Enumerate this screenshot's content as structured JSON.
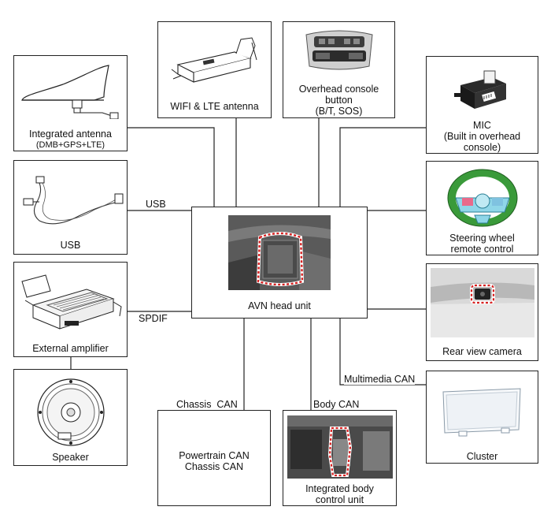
{
  "components": {
    "integrated_antenna": {
      "label": "Integrated antenna",
      "sublabel": "(DMB+GPS+LTE)"
    },
    "wifi_lte_antenna": {
      "label": "WIFI & LTE antenna"
    },
    "overhead_console": {
      "label_line1": "Overhead console",
      "label_line2": "button",
      "label_line3": "(B/T, SOS)"
    },
    "mic": {
      "label_line1": "MIC",
      "label_line2": "(Built in overhead",
      "label_line3": "console)"
    },
    "usb": {
      "label": "USB"
    },
    "steering_wheel": {
      "label_line1": "Steering wheel",
      "label_line2": "remote control"
    },
    "external_amplifier": {
      "label": "External amplifier"
    },
    "avn_head_unit": {
      "label": "AVN head unit"
    },
    "rear_view_camera": {
      "label": "Rear view camera"
    },
    "speaker": {
      "label": "Speaker"
    },
    "powertrain_chassis": {
      "line1": "Powertrain CAN",
      "line2": "Chassis CAN"
    },
    "integrated_body_control": {
      "label_line1": "Integrated body",
      "label_line2": "control unit"
    },
    "cluster": {
      "label": "Cluster"
    }
  },
  "connections": {
    "usb": "USB",
    "spdif": "SPDIF",
    "chassis_can": "Chassis  CAN",
    "body_can": "Body CAN",
    "multimedia_can": "Multimedia CAN"
  },
  "colors": {
    "line": "#222222",
    "highlight_dash": "#d62020",
    "photo_dark": "#3a3a3a"
  }
}
